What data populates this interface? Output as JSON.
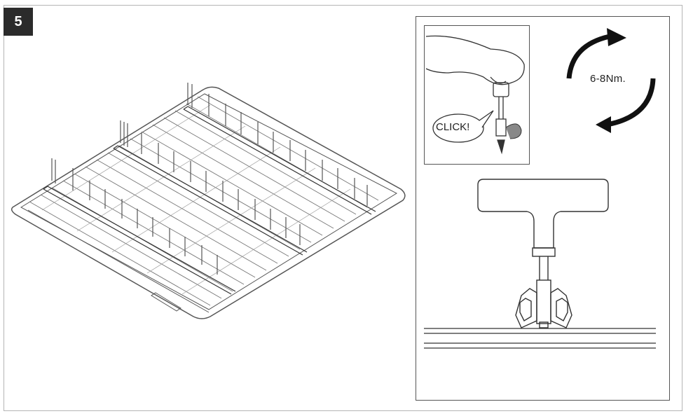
{
  "step": {
    "number": "5"
  },
  "detail": {
    "torque": "6-8Nm.",
    "click": "CLICK!"
  }
}
